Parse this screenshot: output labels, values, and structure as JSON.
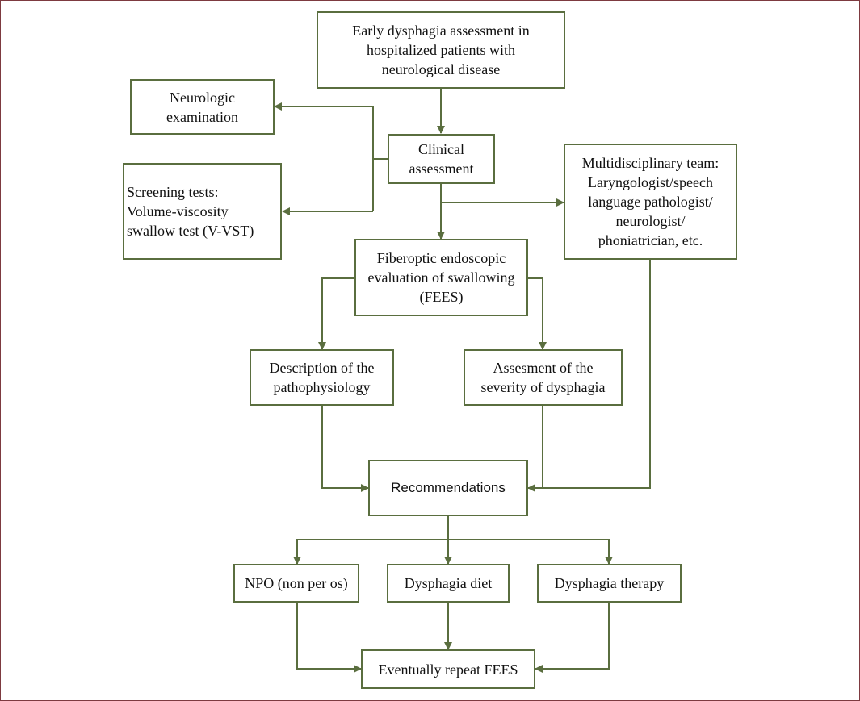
{
  "colors": {
    "box_border": "#5a6e3f",
    "arrow": "#5a6e3f",
    "frame": "#7d3a40"
  },
  "nodes": {
    "early": "Early dysphagia assessment in\nhospitalized patients with\nneurological disease",
    "neurologic": "Neurologic\nexamination",
    "clinical": "Clinical\nassessment",
    "multidisciplinary": "Multidisciplinary team:\nLaryngologist/speech\nlanguage pathologist/\nneurologist/\nphoniatrician, etc.",
    "screening": "Screening tests:\nVolume-viscosity\nswallow test (V-VST)",
    "fees": "Fiberoptic endoscopic\nevaluation of swallowing\n(FEES)",
    "description": "Description of the\npathophysiology",
    "severity": "Assesment of the\nseverity of dysphagia",
    "recommendations": "Recommendations",
    "npo": "NPO (non per os)",
    "diet": "Dysphagia diet",
    "therapy": "Dysphagia therapy",
    "repeat": "Eventually repeat FEES"
  }
}
